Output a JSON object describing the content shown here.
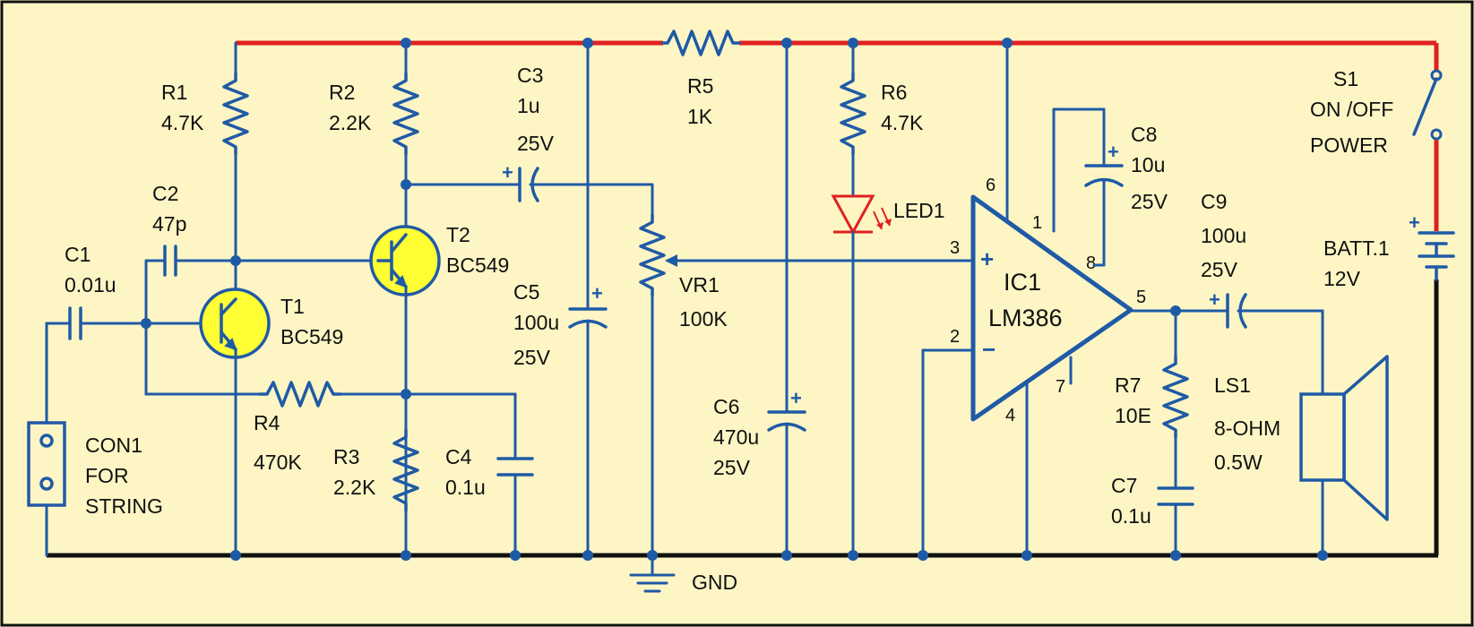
{
  "colors": {
    "background": "#fdf5c4",
    "wire": "#1f5aa6",
    "positive_rail": "#e02020",
    "ground_rail": "#111111",
    "transistor_fill": "#ffff33",
    "led": "#e02020"
  },
  "components": {
    "r1": {
      "ref": "R1",
      "value": "4.7K"
    },
    "r2": {
      "ref": "R2",
      "value": "2.2K"
    },
    "r3": {
      "ref": "R3",
      "value": "2.2K"
    },
    "r4": {
      "ref": "R4",
      "value": "470K"
    },
    "r5": {
      "ref": "R5",
      "value": "1K"
    },
    "r6": {
      "ref": "R6",
      "value": "4.7K"
    },
    "r7": {
      "ref": "R7",
      "value": "10E"
    },
    "c1": {
      "ref": "C1",
      "value": "0.01u"
    },
    "c2": {
      "ref": "C2",
      "value": "47p"
    },
    "c3": {
      "ref": "C3",
      "value": "1u",
      "voltage": "25V"
    },
    "c4": {
      "ref": "C4",
      "value": "0.1u"
    },
    "c5": {
      "ref": "C5",
      "value": "100u",
      "voltage": "25V"
    },
    "c6": {
      "ref": "C6",
      "value": "470u",
      "voltage": "25V"
    },
    "c7": {
      "ref": "C7",
      "value": "0.1u"
    },
    "c8": {
      "ref": "C8",
      "value": "10u",
      "voltage": "25V"
    },
    "c9": {
      "ref": "C9",
      "value": "100u",
      "voltage": "25V"
    },
    "t1": {
      "ref": "T1",
      "value": "BC549"
    },
    "t2": {
      "ref": "T2",
      "value": "BC549"
    },
    "vr1": {
      "ref": "VR1",
      "value": "100K"
    },
    "led1": {
      "ref": "LED1"
    },
    "ic1": {
      "ref": "IC1",
      "value": "LM386",
      "pins": {
        "p1": "1",
        "p2": "2",
        "p3": "3",
        "p4": "4",
        "p5": "5",
        "p6": "6",
        "p7": "7",
        "p8": "8"
      }
    },
    "ls1": {
      "ref": "LS1",
      "value": "8-OHM",
      "power": "0.5W"
    },
    "s1": {
      "ref": "S1",
      "line1": "ON /OFF",
      "line2": "POWER"
    },
    "batt": {
      "ref": "BATT.1",
      "value": "12V"
    },
    "con1": {
      "ref": "CON1",
      "line1": "FOR",
      "line2": "STRING"
    },
    "gnd": {
      "label": "GND"
    }
  },
  "polarity": {
    "plus": "+",
    "minus": "−"
  }
}
